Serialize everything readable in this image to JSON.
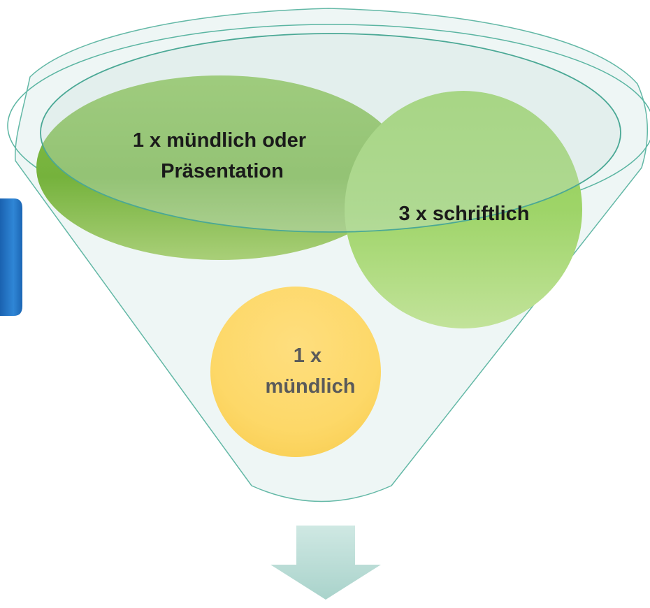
{
  "funnel": {
    "items": [
      {
        "label_lines": [
          "1 x mündlich oder",
          "Präsentation"
        ],
        "color": "#7cb342"
      },
      {
        "label_lines": [
          "3 x schriftlich"
        ],
        "color": "#8bc34a"
      },
      {
        "label_lines": [
          "1 x",
          "mündlich"
        ],
        "color": "#fdd868"
      }
    ],
    "colors": {
      "funnel_outline": "#5bb5a2",
      "funnel_fill": "#e2eeec",
      "arrow": "#b8dcd5",
      "side_tab": "#1f6fc0",
      "text_dark": "#1a1a1a",
      "text_gray": "#5a5a5a"
    }
  }
}
